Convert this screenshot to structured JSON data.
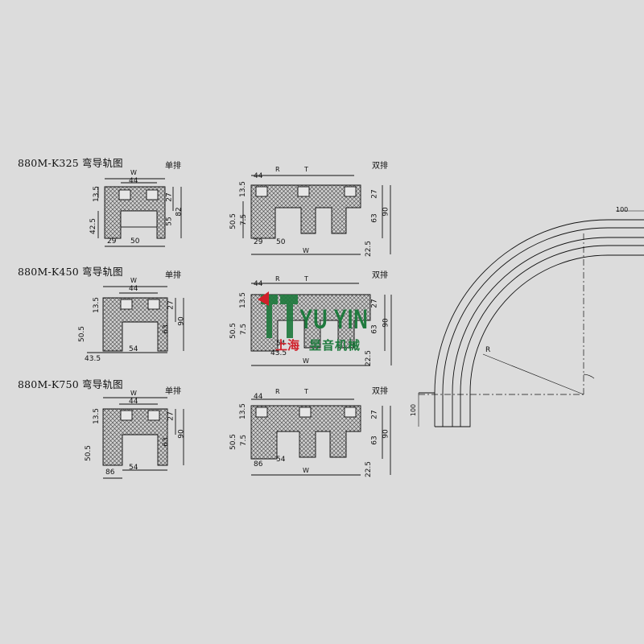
{
  "sections": [
    {
      "title": "880M-K325 弯导轨图",
      "single_label": "单排",
      "double_label": "双排",
      "single_dims": [
        "W",
        "44",
        "13.5",
        "27",
        "55",
        "82",
        "42.5",
        "29",
        "50"
      ],
      "double_dims": [
        "R",
        "T",
        "44",
        "13.5",
        "27",
        "63",
        "90",
        "50.5",
        "7.5",
        "29",
        "50",
        "W",
        "22.5"
      ]
    },
    {
      "title": "880M-K450 弯导轨图",
      "single_label": "单排",
      "double_label": "双排",
      "single_dims": [
        "W",
        "44",
        "13.5",
        "27",
        "63",
        "90",
        "50.5",
        "43.5",
        "54"
      ],
      "double_dims": [
        "R",
        "T",
        "44",
        "13.5",
        "27",
        "63",
        "90",
        "50.5",
        "7.5",
        "54",
        "43.5",
        "W",
        "22.5"
      ]
    },
    {
      "title": "880M-K750 弯导轨图",
      "single_label": "单排",
      "double_label": "双排",
      "single_dims": [
        "W",
        "44",
        "13.5",
        "27",
        "63",
        "90",
        "50.5",
        "86",
        "54"
      ],
      "double_dims": [
        "R",
        "T",
        "44",
        "13.5",
        "27",
        "63",
        "90",
        "50.5",
        "7.5",
        "86",
        "54",
        "W",
        "22.5"
      ]
    }
  ],
  "curve": {
    "dim_top": "100",
    "dim_left": "100",
    "radius_label": "R"
  },
  "watermark": {
    "brand": "YU YIN",
    "sub_red": "上海",
    "sub_green": "昱音机械"
  },
  "colors": {
    "background": "#dcdcdc",
    "line": "#111111",
    "brand_green": "#1f7a3e",
    "brand_red": "#d0202a"
  }
}
